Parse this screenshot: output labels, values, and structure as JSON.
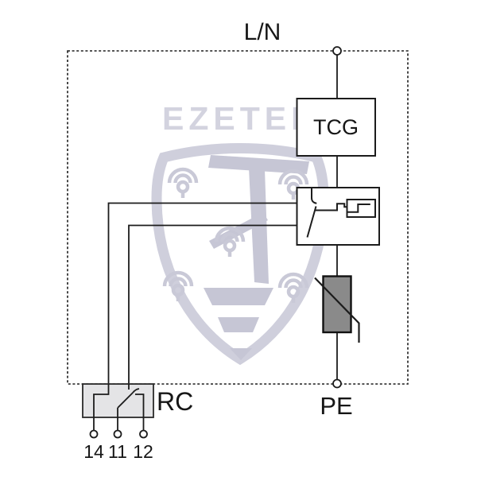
{
  "bus_labels": {
    "top": "L/N",
    "bottom": "PE"
  },
  "components": {
    "spark_gap_label": "TCG",
    "remote_contact_label": "RC",
    "remote_contact_terminals": [
      "14",
      "11",
      "12"
    ]
  },
  "watermark": {
    "brand_text": "EZETEK"
  },
  "symbols": {
    "varistor": "varistor-symbol",
    "thermal_disconnector": "thermal-disconnector-symbol",
    "changeover_contact": "changeover-contact-symbol",
    "connection_node": "terminal-node-icon"
  },
  "colors": {
    "background": "#ffffff",
    "line": "#1c1c1c",
    "varistor_fill": "#8a8a8a",
    "rc_fill": "#e4e4e6",
    "watermark_text": "#d3d3df",
    "watermark_shape": "#cfcfdc"
  }
}
